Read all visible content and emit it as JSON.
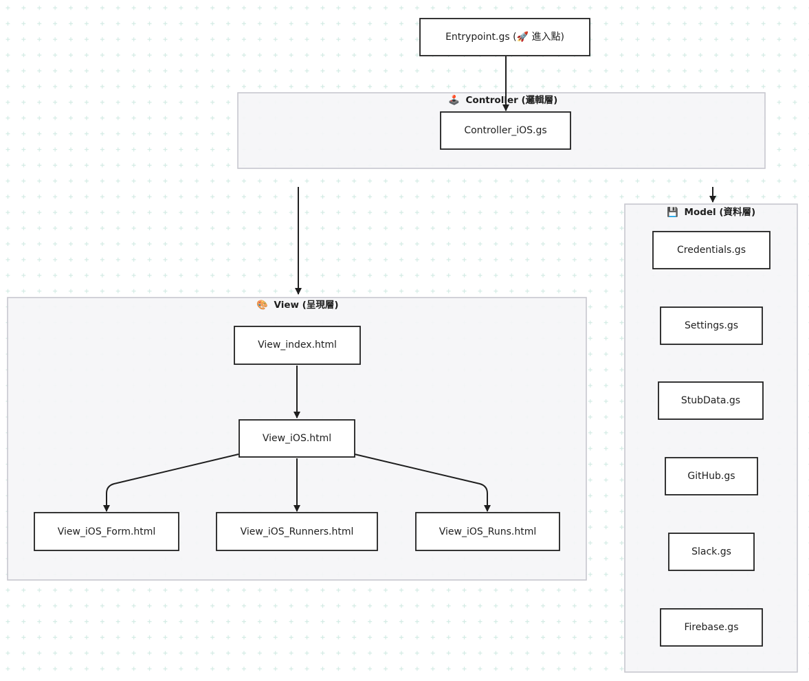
{
  "diagram": {
    "colors": {
      "background": "#ffffff",
      "grid_plus": "#d3ebe4",
      "stroke": "#1e1e1e",
      "group_fill": "#f5f5f7",
      "group_border": "#c7c7cf"
    },
    "groups": {
      "controller": {
        "icon": "🕹️",
        "icon_name": "joystick-icon",
        "label": "Controller (邏輯層)"
      },
      "view": {
        "icon": "🎨",
        "icon_name": "palette-icon",
        "label": "View (呈現層)"
      },
      "model": {
        "icon": "💾",
        "icon_name": "floppy-disk-icon",
        "label": "Model (資料層)"
      }
    },
    "nodes": {
      "entrypoint": {
        "label": "Entrypoint.gs (🚀 進入點)",
        "icon_name": "rocket-icon"
      },
      "controller_ios": {
        "label": "Controller_iOS.gs"
      },
      "view_index": {
        "label": "View_index.html"
      },
      "view_ios": {
        "label": "View_iOS.html"
      },
      "view_ios_form": {
        "label": "View_iOS_Form.html"
      },
      "view_ios_runners": {
        "label": "View_iOS_Runners.html"
      },
      "view_ios_runs": {
        "label": "View_iOS_Runs.html"
      },
      "credentials": {
        "label": "Credentials.gs"
      },
      "settings": {
        "label": "Settings.gs"
      },
      "stubdata": {
        "label": "StubData.gs"
      },
      "github": {
        "label": "GitHub.gs"
      },
      "slack": {
        "label": "Slack.gs"
      },
      "firebase": {
        "label": "Firebase.gs"
      }
    },
    "edges": [
      {
        "from": "entrypoint",
        "to": "controller_ios"
      },
      {
        "from": "controller",
        "to": "view"
      },
      {
        "from": "controller",
        "to": "model"
      },
      {
        "from": "view_index",
        "to": "view_ios"
      },
      {
        "from": "view_ios",
        "to": "view_ios_form"
      },
      {
        "from": "view_ios",
        "to": "view_ios_runners"
      },
      {
        "from": "view_ios",
        "to": "view_ios_runs"
      }
    ]
  }
}
